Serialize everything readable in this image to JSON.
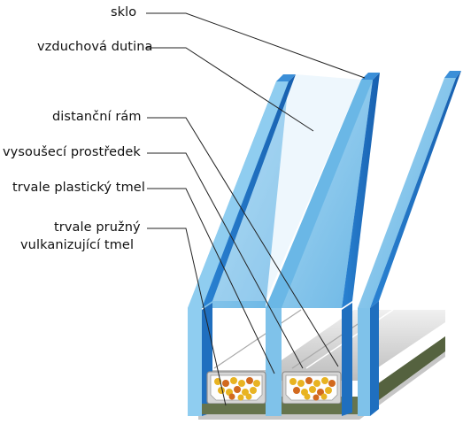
{
  "labels": {
    "glass": "sklo",
    "air_cavity": "vzduchová dutina",
    "spacer_frame": "distanční rám",
    "desiccant": "vysoušecí prostředek",
    "plastic_sealant": "trvale plastický tmel",
    "elastic_sealant_line1": "trvale pružný",
    "elastic_sealant_line2": "vulkanizující tmel"
  },
  "colors": {
    "glass_face": "#7fc4ec",
    "glass_face_light": "#bfe3f7",
    "glass_edge": "#1f72c4",
    "glass_edge_dark": "#155aa3",
    "spacer_gray": "#c9c9c9",
    "spacer_light": "#e8e8e8",
    "sealant_green": "#6f7d55",
    "desiccant_yellow": "#e8b321",
    "desiccant_orange": "#d2691e",
    "leader_line": "#222222"
  }
}
